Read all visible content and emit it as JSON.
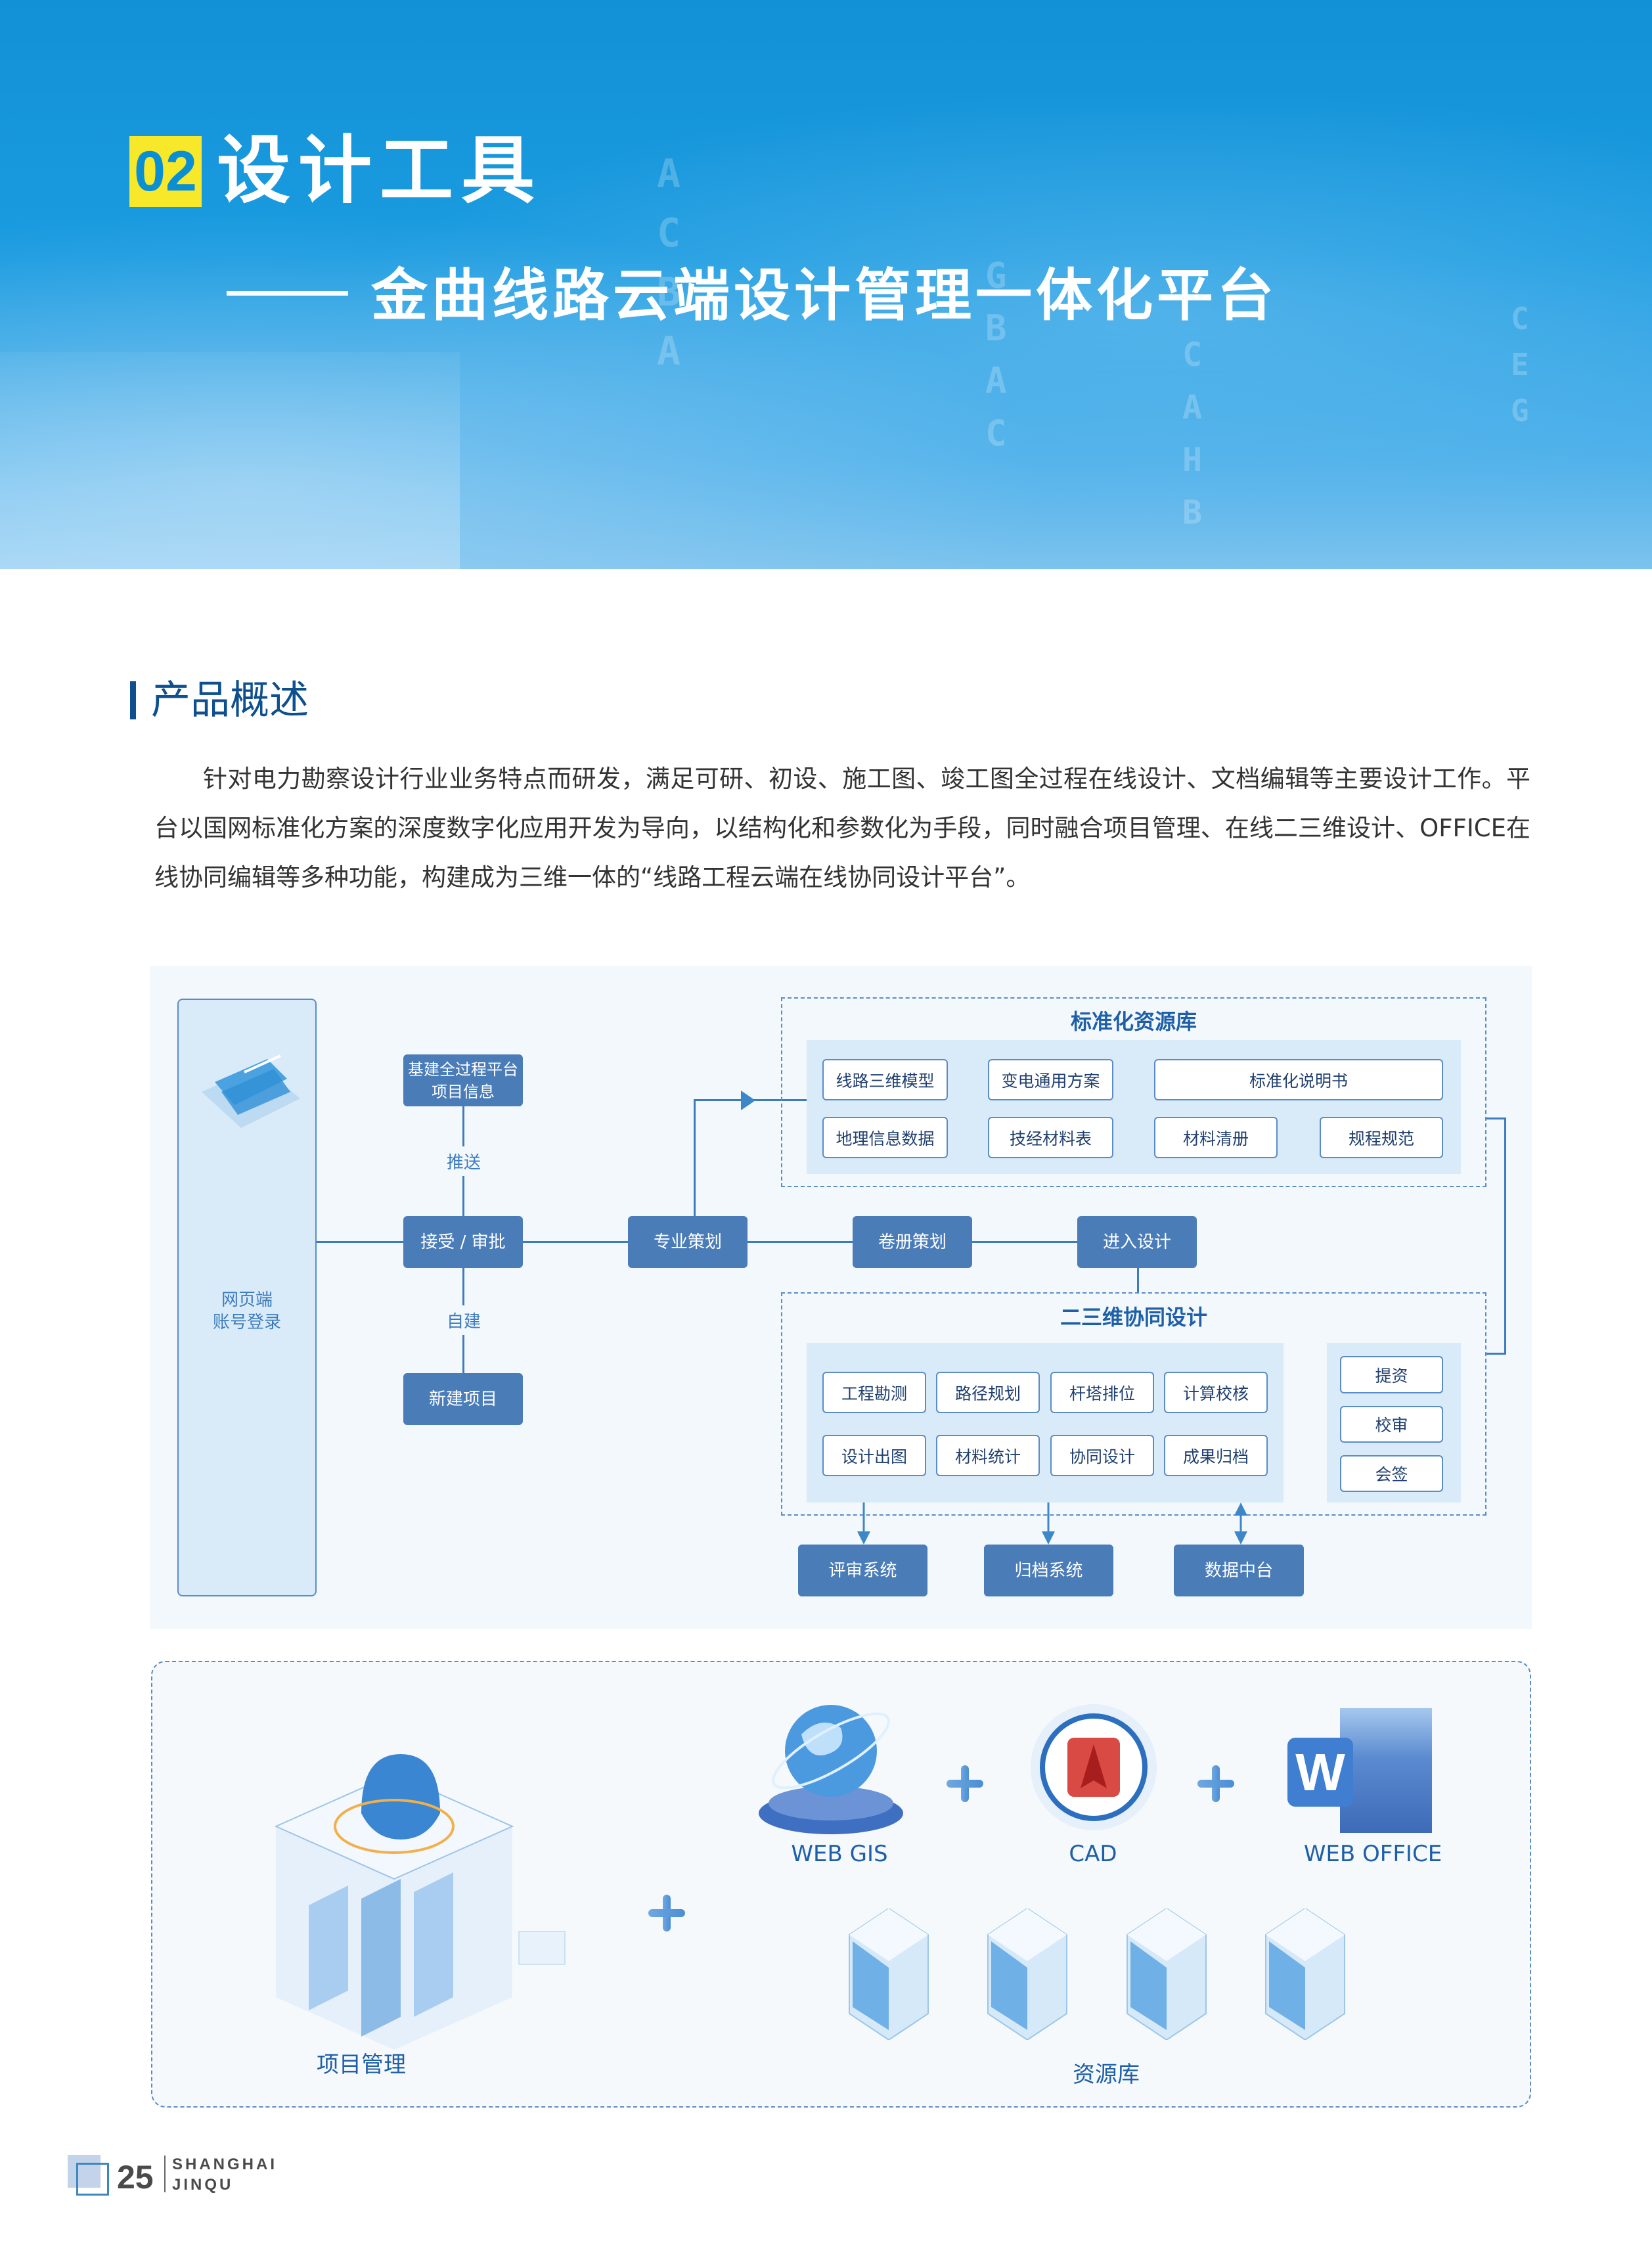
{
  "header": {
    "number": "02",
    "title": "设计工具",
    "subtitle": "金曲线路云端设计管理一体化平台"
  },
  "section": {
    "title": "产品概述",
    "paragraph": "针对电力勘察设计行业业务特点而研发，满足可研、初设、施工图、竣工图全过程在线设计、文档编辑等主要设计工作。平台以国网标准化方案的深度数字化应用开发为导向，以结构化和参数化为手段，同时融合项目管理、在线二三维设计、OFFICE在线协同编辑等多种功能，构建成为三维一体的“线路工程云端在线协同设计平台”。"
  },
  "flow": {
    "login": "网页端\n账号登录",
    "platform_info": "基建全过程平台\n项目信息",
    "push_label": "推送",
    "accept": "接受 / 审批",
    "self_build_label": "自建",
    "new_project": "新建项目",
    "professional_plan": "专业策划",
    "volume_plan": "卷册策划",
    "enter_design": "进入设计",
    "std_lib": {
      "title": "标准化资源库",
      "items": [
        "线路三维模型",
        "变电通用方案",
        "标准化说明书",
        "地理信息数据",
        "技经材料表",
        "材料清册",
        "规程规范"
      ]
    },
    "collab": {
      "title": "二三维协同设计",
      "items": [
        "工程勘测",
        "路径规划",
        "杆塔排位",
        "计算校核",
        "设计出图",
        "材料统计",
        "协同设计",
        "成果归档"
      ],
      "side": [
        "提资",
        "校审",
        "会签"
      ]
    },
    "outputs": [
      "评审系统",
      "归档系统",
      "数据中台"
    ]
  },
  "modules": {
    "project": "项目管理",
    "gis": "WEB GIS",
    "cad": "CAD",
    "office": "WEB OFFICE",
    "office_letter": "W",
    "resource": "资源库"
  },
  "footer": {
    "page": "25",
    "line1": "SHANGHAI",
    "line2": "JINQU"
  }
}
